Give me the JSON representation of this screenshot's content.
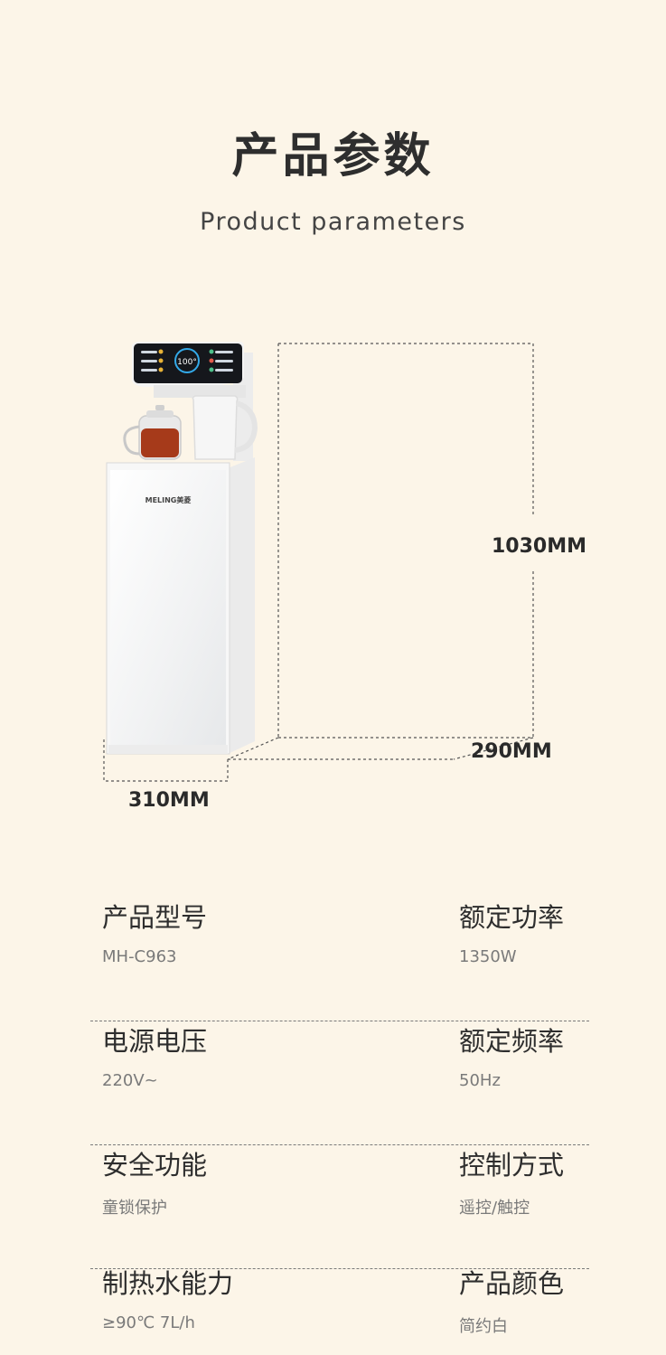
{
  "header": {
    "title": "产品参数",
    "subtitle": "Product parameters"
  },
  "product": {
    "brand": "MELING美菱",
    "display_temp": "100°",
    "dimensions": {
      "height": "1030MM",
      "depth": "290MM",
      "width": "310MM"
    }
  },
  "specs": [
    {
      "left": {
        "label": "产品型号",
        "value": "MH-C963"
      },
      "right": {
        "label": "额定功率",
        "value": "1350W"
      }
    },
    {
      "left": {
        "label": "电源电压",
        "value": "220V~"
      },
      "right": {
        "label": "额定频率",
        "value": "50Hz"
      }
    },
    {
      "left": {
        "label": "安全功能",
        "value": "童锁保护"
      },
      "right": {
        "label": "控制方式",
        "value": "遥控/触控"
      }
    },
    {
      "left": {
        "label": "制热水能力",
        "value": "≥90℃ 7L/h"
      },
      "right": {
        "label": "产品颜色",
        "value": "简约白"
      }
    }
  ]
}
